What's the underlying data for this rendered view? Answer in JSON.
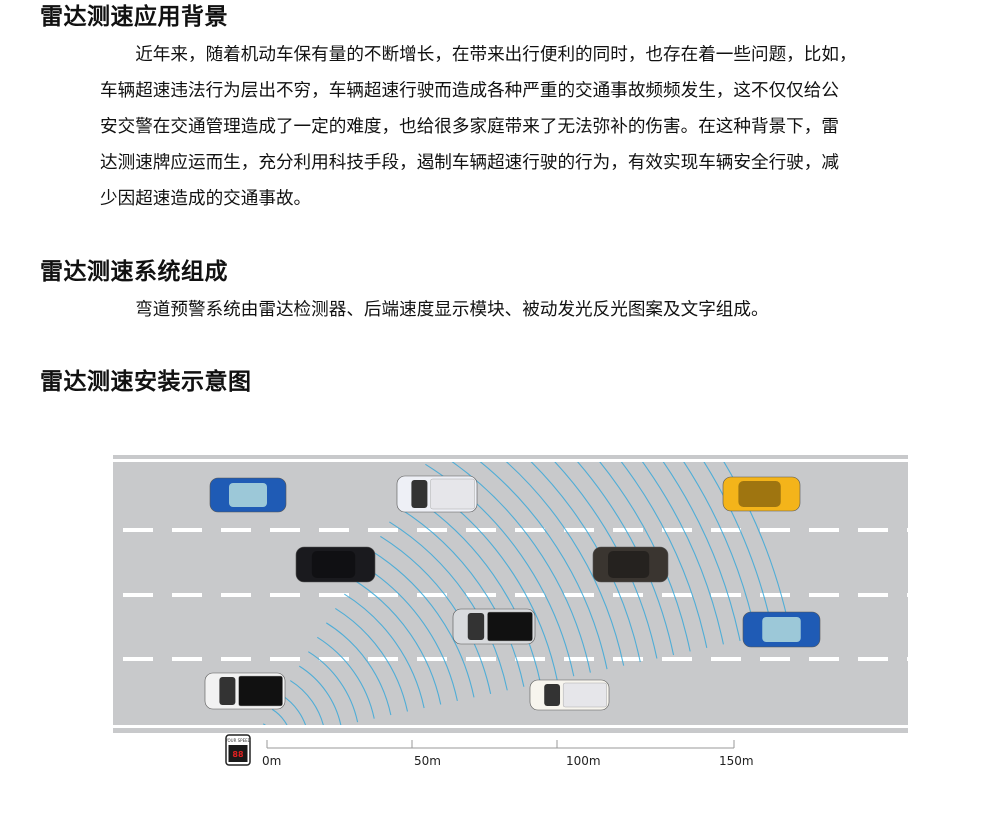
{
  "sections": [
    {
      "title": "雷达测速应用背景",
      "lines": [
        "　　近年来，随着机动车保有量的不断增长，在带来出行便利的同时，也存在着一些问题，比如，",
        "车辆超速违法行为层出不穷，车辆超速行驶而造成各种严重的交通事故频频发生，这不仅仅给公",
        "安交警在交通管理造成了一定的难度，也给很多家庭带来了无法弥补的伤害。在这种背景下，雷",
        "达测速牌应运而生，充分利用科技手段，遏制车辆超速行驶的行为，有效实现车辆安全行驶，减",
        "少因超速造成的交通事故。"
      ]
    },
    {
      "title": "雷达测速系统组成",
      "lines": [
        "　　弯道预警系统由雷达检测器、后端速度显示模块、被动发光反光图案及文字组成。"
      ]
    },
    {
      "title": "雷达测速安装示意图"
    }
  ],
  "diagram": {
    "sign_text": "YOUR SPEED",
    "sign_value": "88",
    "scale_labels": [
      "0m",
      "50m",
      "100m",
      "150m"
    ],
    "colors": {
      "road": "#c8c9cb",
      "radar": "#3aa8d8",
      "sign_led": "#e02020"
    },
    "cars": [
      {
        "type": "convertible",
        "color": "#1f5bb5"
      },
      {
        "type": "pickup",
        "color": "#eef0f6"
      },
      {
        "type": "suv",
        "color": "#f4b41a"
      },
      {
        "type": "sedan",
        "color": "#1a1a1e"
      },
      {
        "type": "sedan",
        "color": "#3a3530"
      },
      {
        "type": "pickup",
        "color": "#d8dadd"
      },
      {
        "type": "convertible",
        "color": "#1f5bb5"
      },
      {
        "type": "pickup",
        "color": "#f2f2f2"
      },
      {
        "type": "pickup",
        "color": "#f7f5ee"
      }
    ]
  }
}
